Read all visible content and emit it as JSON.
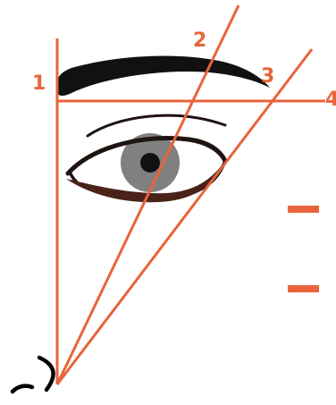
{
  "diagram": {
    "colors": {
      "guide_line": "#E8643A",
      "brow": "#111111",
      "eye_outline": "#1E1412",
      "lower_lash": "#4A2318",
      "iris": "#808080",
      "pupil": "#111111",
      "background": "#FFFFFF"
    },
    "labels": {
      "p1": "1",
      "p2": "2",
      "p3": "3",
      "p4": "4"
    }
  }
}
